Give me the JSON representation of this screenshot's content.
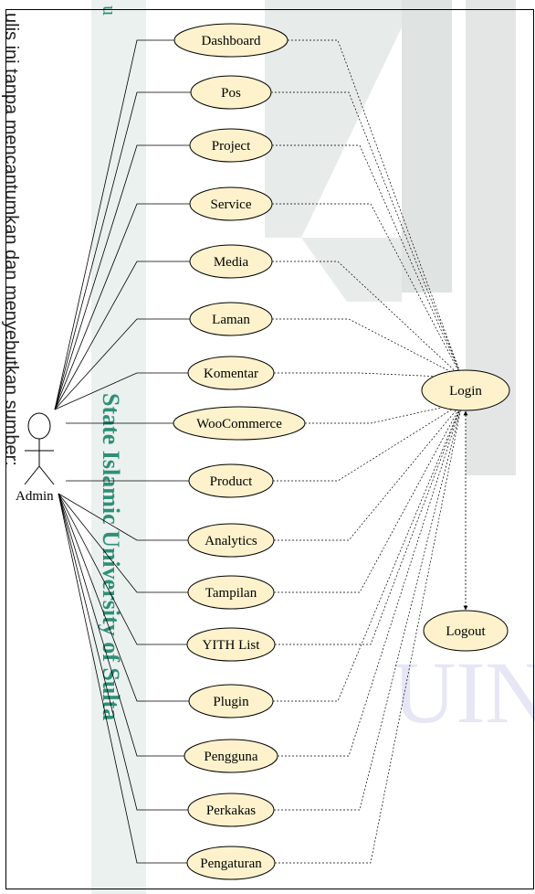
{
  "actor": {
    "label": "Admin"
  },
  "use_cases": [
    "Dashboard",
    "Pos",
    "Project",
    "Service",
    "Media",
    "Laman",
    "Komentar",
    "WooCommerce",
    "Product",
    "Analytics",
    "Tampilan",
    "YITH List",
    "Plugin",
    "Pengguna",
    "Perkakas",
    "Pengaturan"
  ],
  "login": {
    "label": "Login"
  },
  "logout": {
    "label": "Logout"
  },
  "watermark": {
    "side_text": "ulis ini tanpa mencantumkan dan menyebutkan sumber:",
    "side_top_glyph": "u",
    "vertical_text": "State Islamic University of Sulta",
    "large_text": "UIN"
  },
  "colors": {
    "ellipse_fill": "#fdf2cc",
    "line": "#000000",
    "watermark_green": "#2f8f76",
    "watermark_gray": "#dfe3e2",
    "watermark_band": "#eaf1ef",
    "watermark_uin": "#e6e6f5"
  }
}
